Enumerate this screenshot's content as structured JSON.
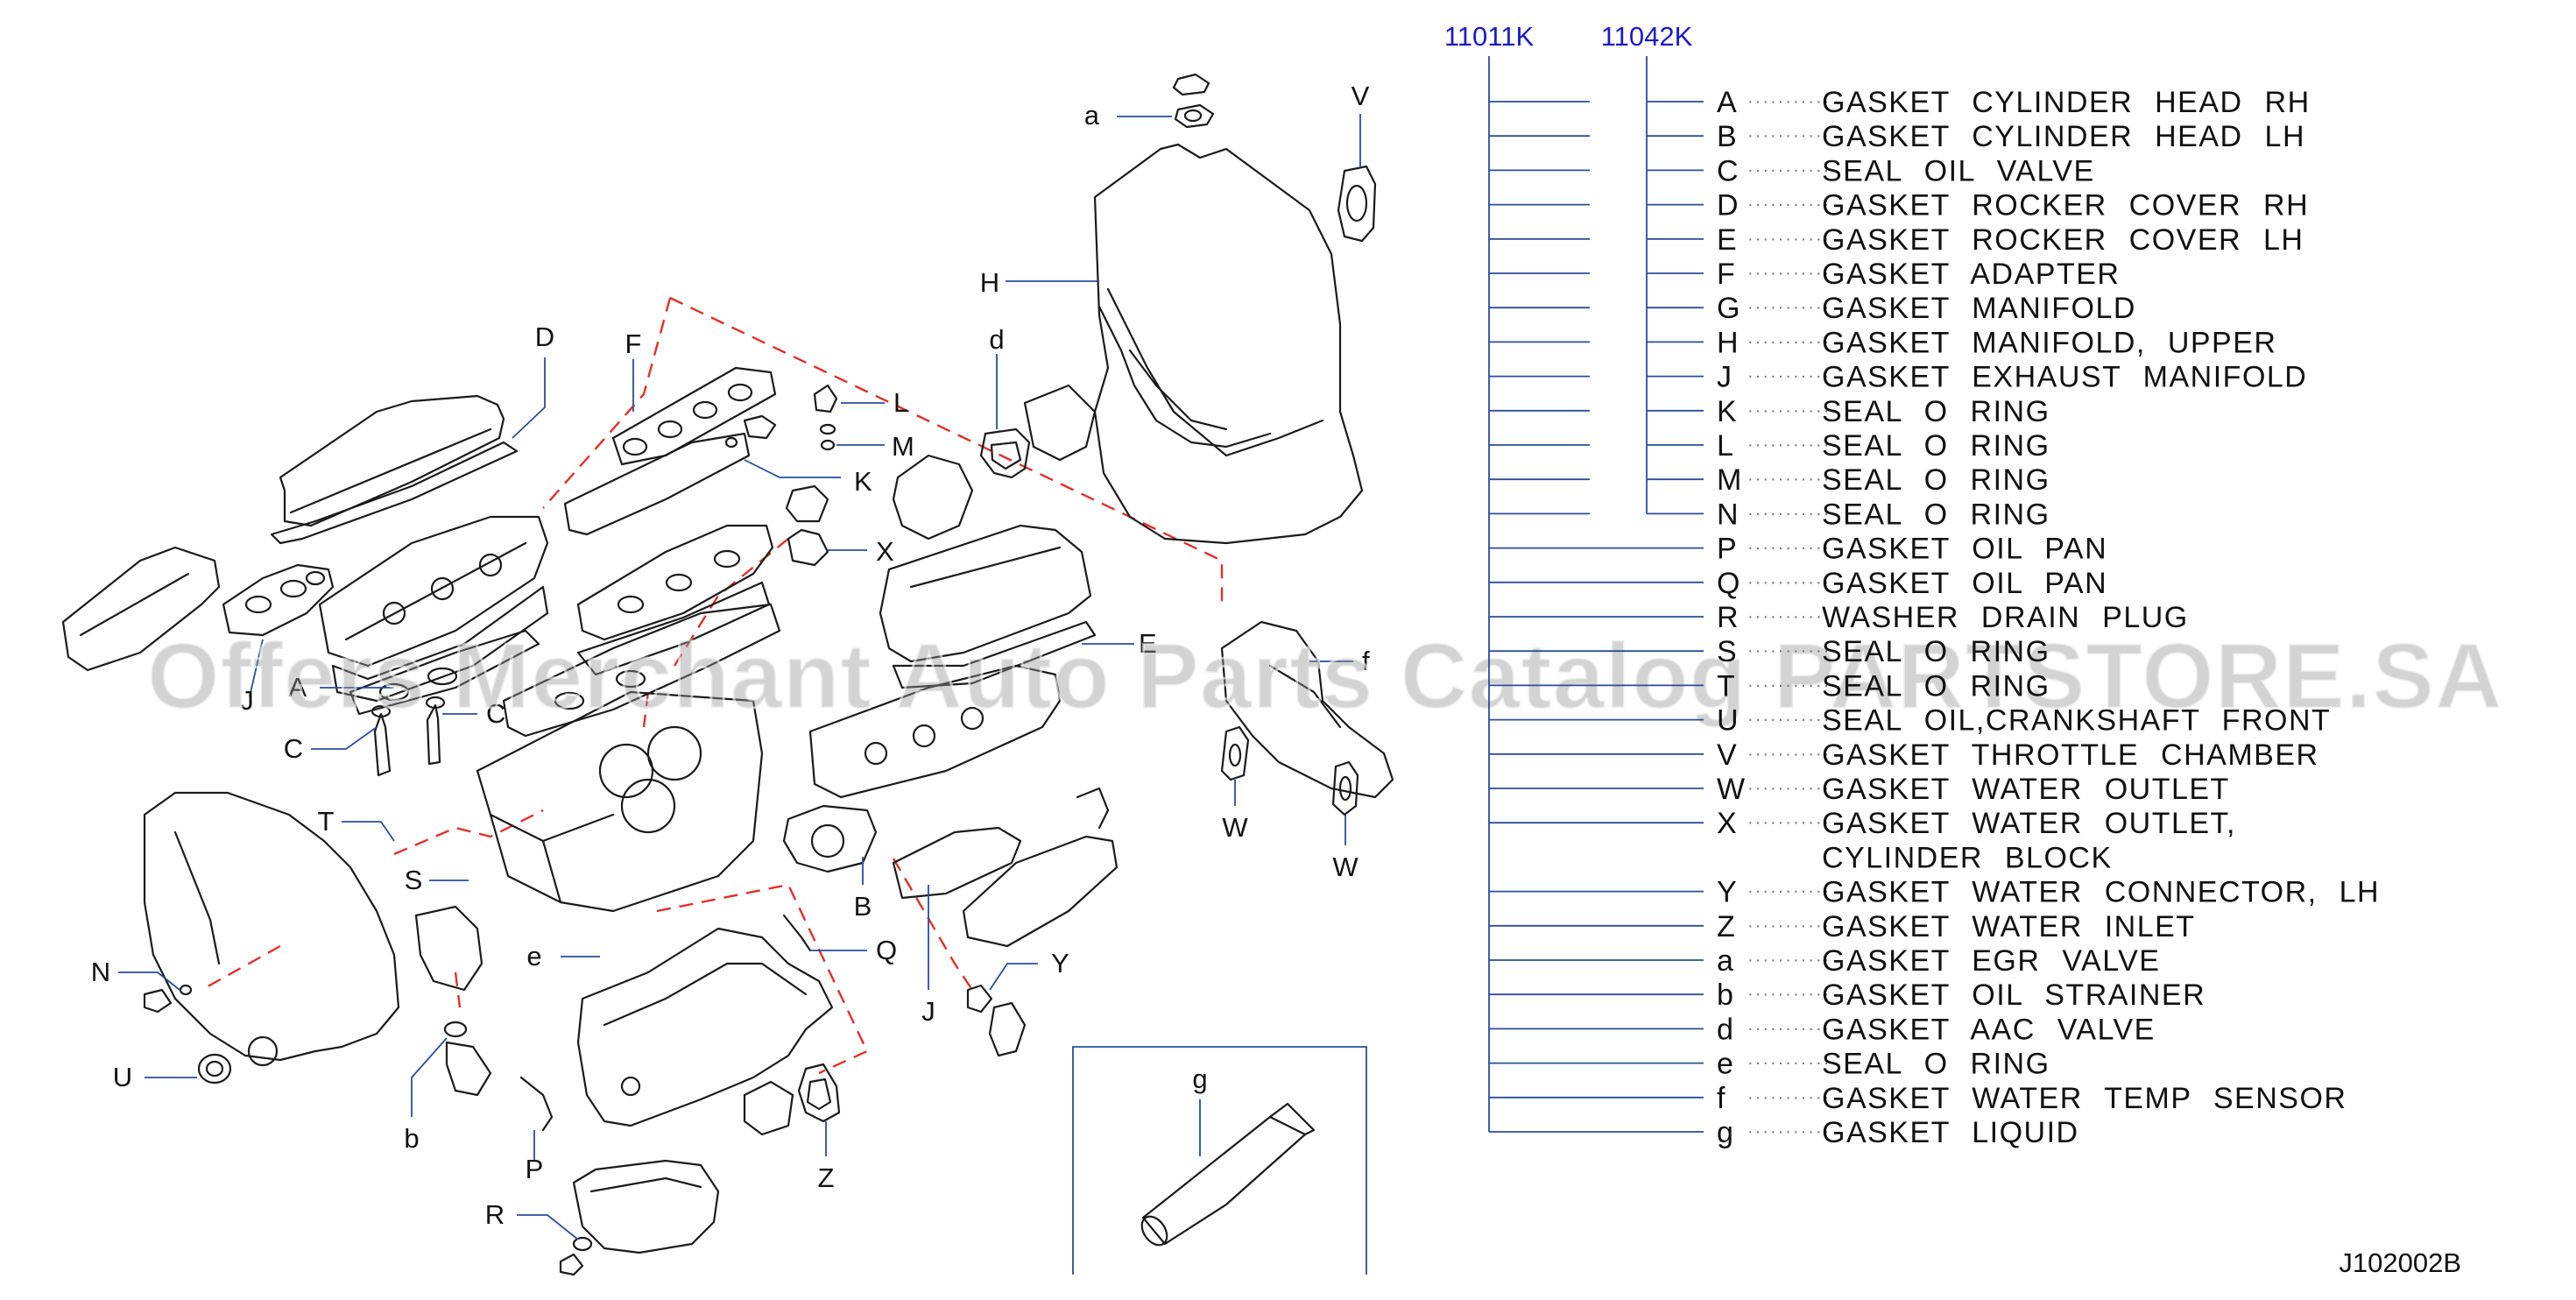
{
  "part_numbers": {
    "set_a": "11011K",
    "set_b": "11042K"
  },
  "reference_code": "J102002B",
  "watermark": "Offers Merchant Auto Parts Catalog PARTSTORE.SA",
  "accent_colors": {
    "leader": "#2a4d9c",
    "part_number": "#1a1ac8",
    "dashed_outline": "#e0302a"
  },
  "legend": [
    {
      "code": "A",
      "desc": "GASKET CYLINDER HEAD RH",
      "in_11042K": true
    },
    {
      "code": "B",
      "desc": "GASKET CYLINDER HEAD LH",
      "in_11042K": true
    },
    {
      "code": "C",
      "desc": "SEAL OIL VALVE",
      "in_11042K": true
    },
    {
      "code": "D",
      "desc": "GASKET ROCKER COVER RH",
      "in_11042K": true
    },
    {
      "code": "E",
      "desc": "GASKET ROCKER COVER LH",
      "in_11042K": true
    },
    {
      "code": "F",
      "desc": "GASKET ADAPTER",
      "in_11042K": true
    },
    {
      "code": "G",
      "desc": "GASKET MANIFOLD",
      "in_11042K": true
    },
    {
      "code": "H",
      "desc": "GASKET MANIFOLD, UPPER",
      "in_11042K": true
    },
    {
      "code": "J",
      "desc": "GASKET EXHAUST MANIFOLD",
      "in_11042K": true
    },
    {
      "code": "K",
      "desc": "SEAL O RING",
      "in_11042K": true
    },
    {
      "code": "L",
      "desc": "SEAL O RING",
      "in_11042K": true
    },
    {
      "code": "M",
      "desc": "SEAL O RING",
      "in_11042K": true
    },
    {
      "code": "N",
      "desc": "SEAL O RING",
      "in_11042K": true
    },
    {
      "code": "P",
      "desc": "GASKET OIL PAN",
      "in_11042K": false
    },
    {
      "code": "Q",
      "desc": "GASKET OIL PAN",
      "in_11042K": false
    },
    {
      "code": "R",
      "desc": "WASHER DRAIN PLUG",
      "in_11042K": false
    },
    {
      "code": "S",
      "desc": "SEAL O RING",
      "in_11042K": false
    },
    {
      "code": "T",
      "desc": "SEAL O RING",
      "in_11042K": false
    },
    {
      "code": "U",
      "desc": "SEAL OIL,CRANKSHAFT FRONT",
      "in_11042K": false
    },
    {
      "code": "V",
      "desc": "GASKET THROTTLE CHAMBER",
      "in_11042K": false
    },
    {
      "code": "W",
      "desc": "GASKET WATER OUTLET",
      "in_11042K": false
    },
    {
      "code": "X",
      "desc": "GASKET WATER OUTLET,",
      "desc2": "CYLINDER BLOCK",
      "in_11042K": false
    },
    {
      "code": "Y",
      "desc": "GASKET WATER CONNECTOR, LH",
      "in_11042K": false
    },
    {
      "code": "Z",
      "desc": "GASKET WATER INLET",
      "in_11042K": false
    },
    {
      "code": "a",
      "desc": "GASKET EGR VALVE",
      "in_11042K": false
    },
    {
      "code": "b",
      "desc": "GASKET OIL STRAINER",
      "in_11042K": false
    },
    {
      "code": "d",
      "desc": "GASKET AAC VALVE",
      "in_11042K": false
    },
    {
      "code": "e",
      "desc": "SEAL O RING",
      "in_11042K": false
    },
    {
      "code": "f",
      "desc": "GASKET WATER TEMP SENSOR",
      "in_11042K": false
    },
    {
      "code": "g",
      "desc": "GASKET LIQUID",
      "in_11042K": false
    }
  ],
  "callouts": [
    "a",
    "V",
    "H",
    "d",
    "D",
    "F",
    "L",
    "M",
    "K",
    "X",
    "E",
    "f",
    "C",
    "A",
    "J",
    "C",
    "T",
    "S",
    "B",
    "W",
    "W",
    "e",
    "Q",
    "Y",
    "N",
    "U",
    "b",
    "J",
    "P",
    "Z",
    "R",
    "g"
  ]
}
